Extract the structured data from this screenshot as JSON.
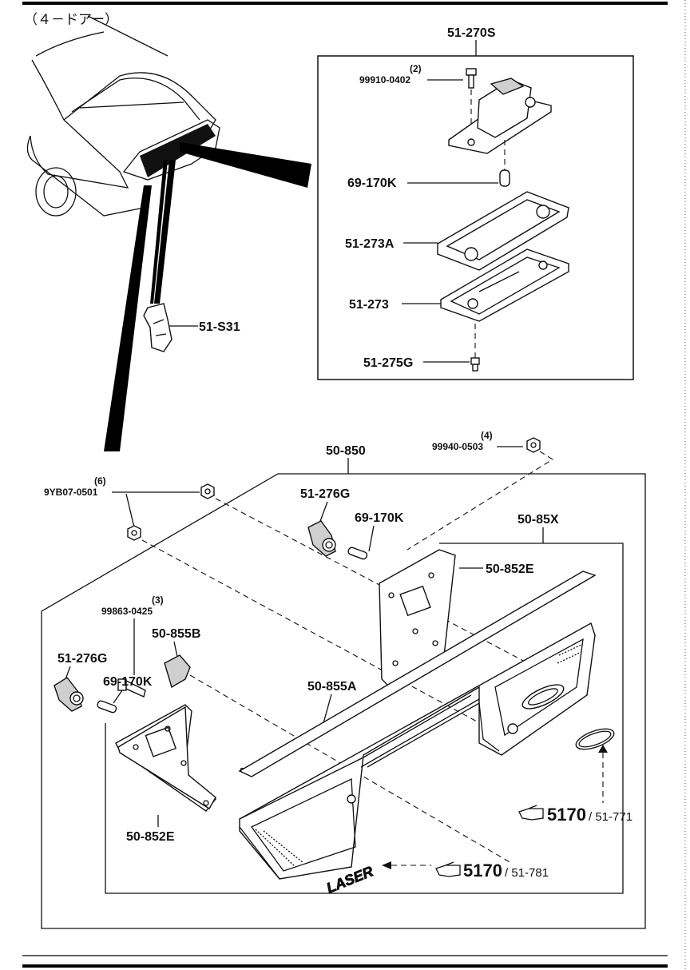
{
  "header": {
    "variant": "（４－ドアー）"
  },
  "callouts": {
    "lamp_assy": "51-270S",
    "screw_qty": "(2)",
    "screw": "99910-0402",
    "bulb_top": "69-170K",
    "gasket": "51-273A",
    "lens": "51-273",
    "screw2": "51-275G",
    "clip": "51-S31",
    "garnish_assy": "50-850",
    "nut_qty": "(4)",
    "nut": "99940-0503",
    "nut6_qty": "(6)",
    "nut6": "9YB07-0501",
    "socket_r": "51-276G",
    "bulb_r": "69-170K",
    "garnish_x": "50-85X",
    "bracket_r": "50-852E",
    "bolt_qty": "(3)",
    "bolt": "99863-0425",
    "holder": "50-855B",
    "socket_l": "51-276G",
    "bulb_l": "69-170K",
    "moulding": "50-855A",
    "bracket_l": "50-852E",
    "ref1_main": "5170",
    "ref1_sub": "/ 51-771",
    "ref2_main": "5170",
    "ref2_sub": "/ 51-781",
    "emblem_text": "LASER"
  },
  "icons": [
    "pointing-hand-icon"
  ]
}
